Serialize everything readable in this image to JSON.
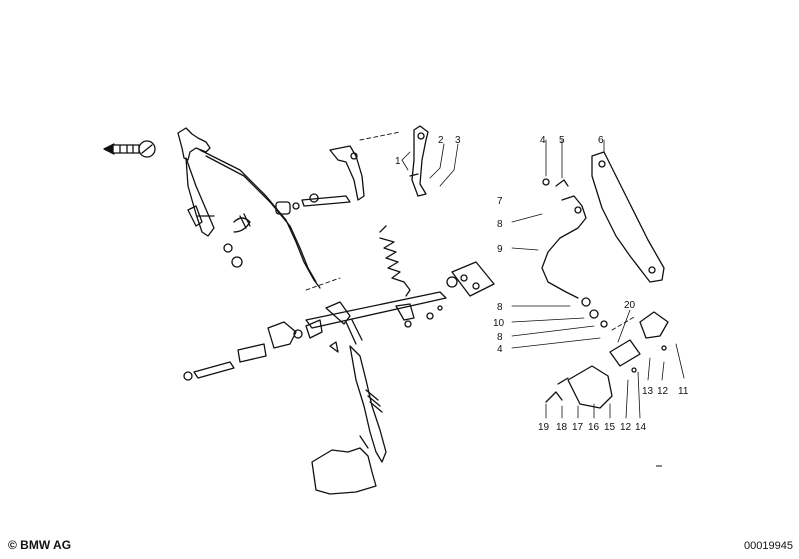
{
  "callouts": {
    "c1": "1",
    "c2": "2",
    "c3": "3",
    "c4a": "4",
    "c5": "5",
    "c6": "6",
    "c7": "7",
    "c8a": "8",
    "c9": "9",
    "c8b": "8",
    "c10": "10",
    "c8c": "8",
    "c4b": "4",
    "c20": "20",
    "c13": "13",
    "c12a": "12",
    "c11": "11",
    "c19": "19",
    "c18": "18",
    "c17": "17",
    "c16": "16",
    "c15": "15",
    "c12b": "12",
    "c14": "14"
  },
  "footer": {
    "copyright": "© BMW AG",
    "drawing_number": "00019945"
  }
}
